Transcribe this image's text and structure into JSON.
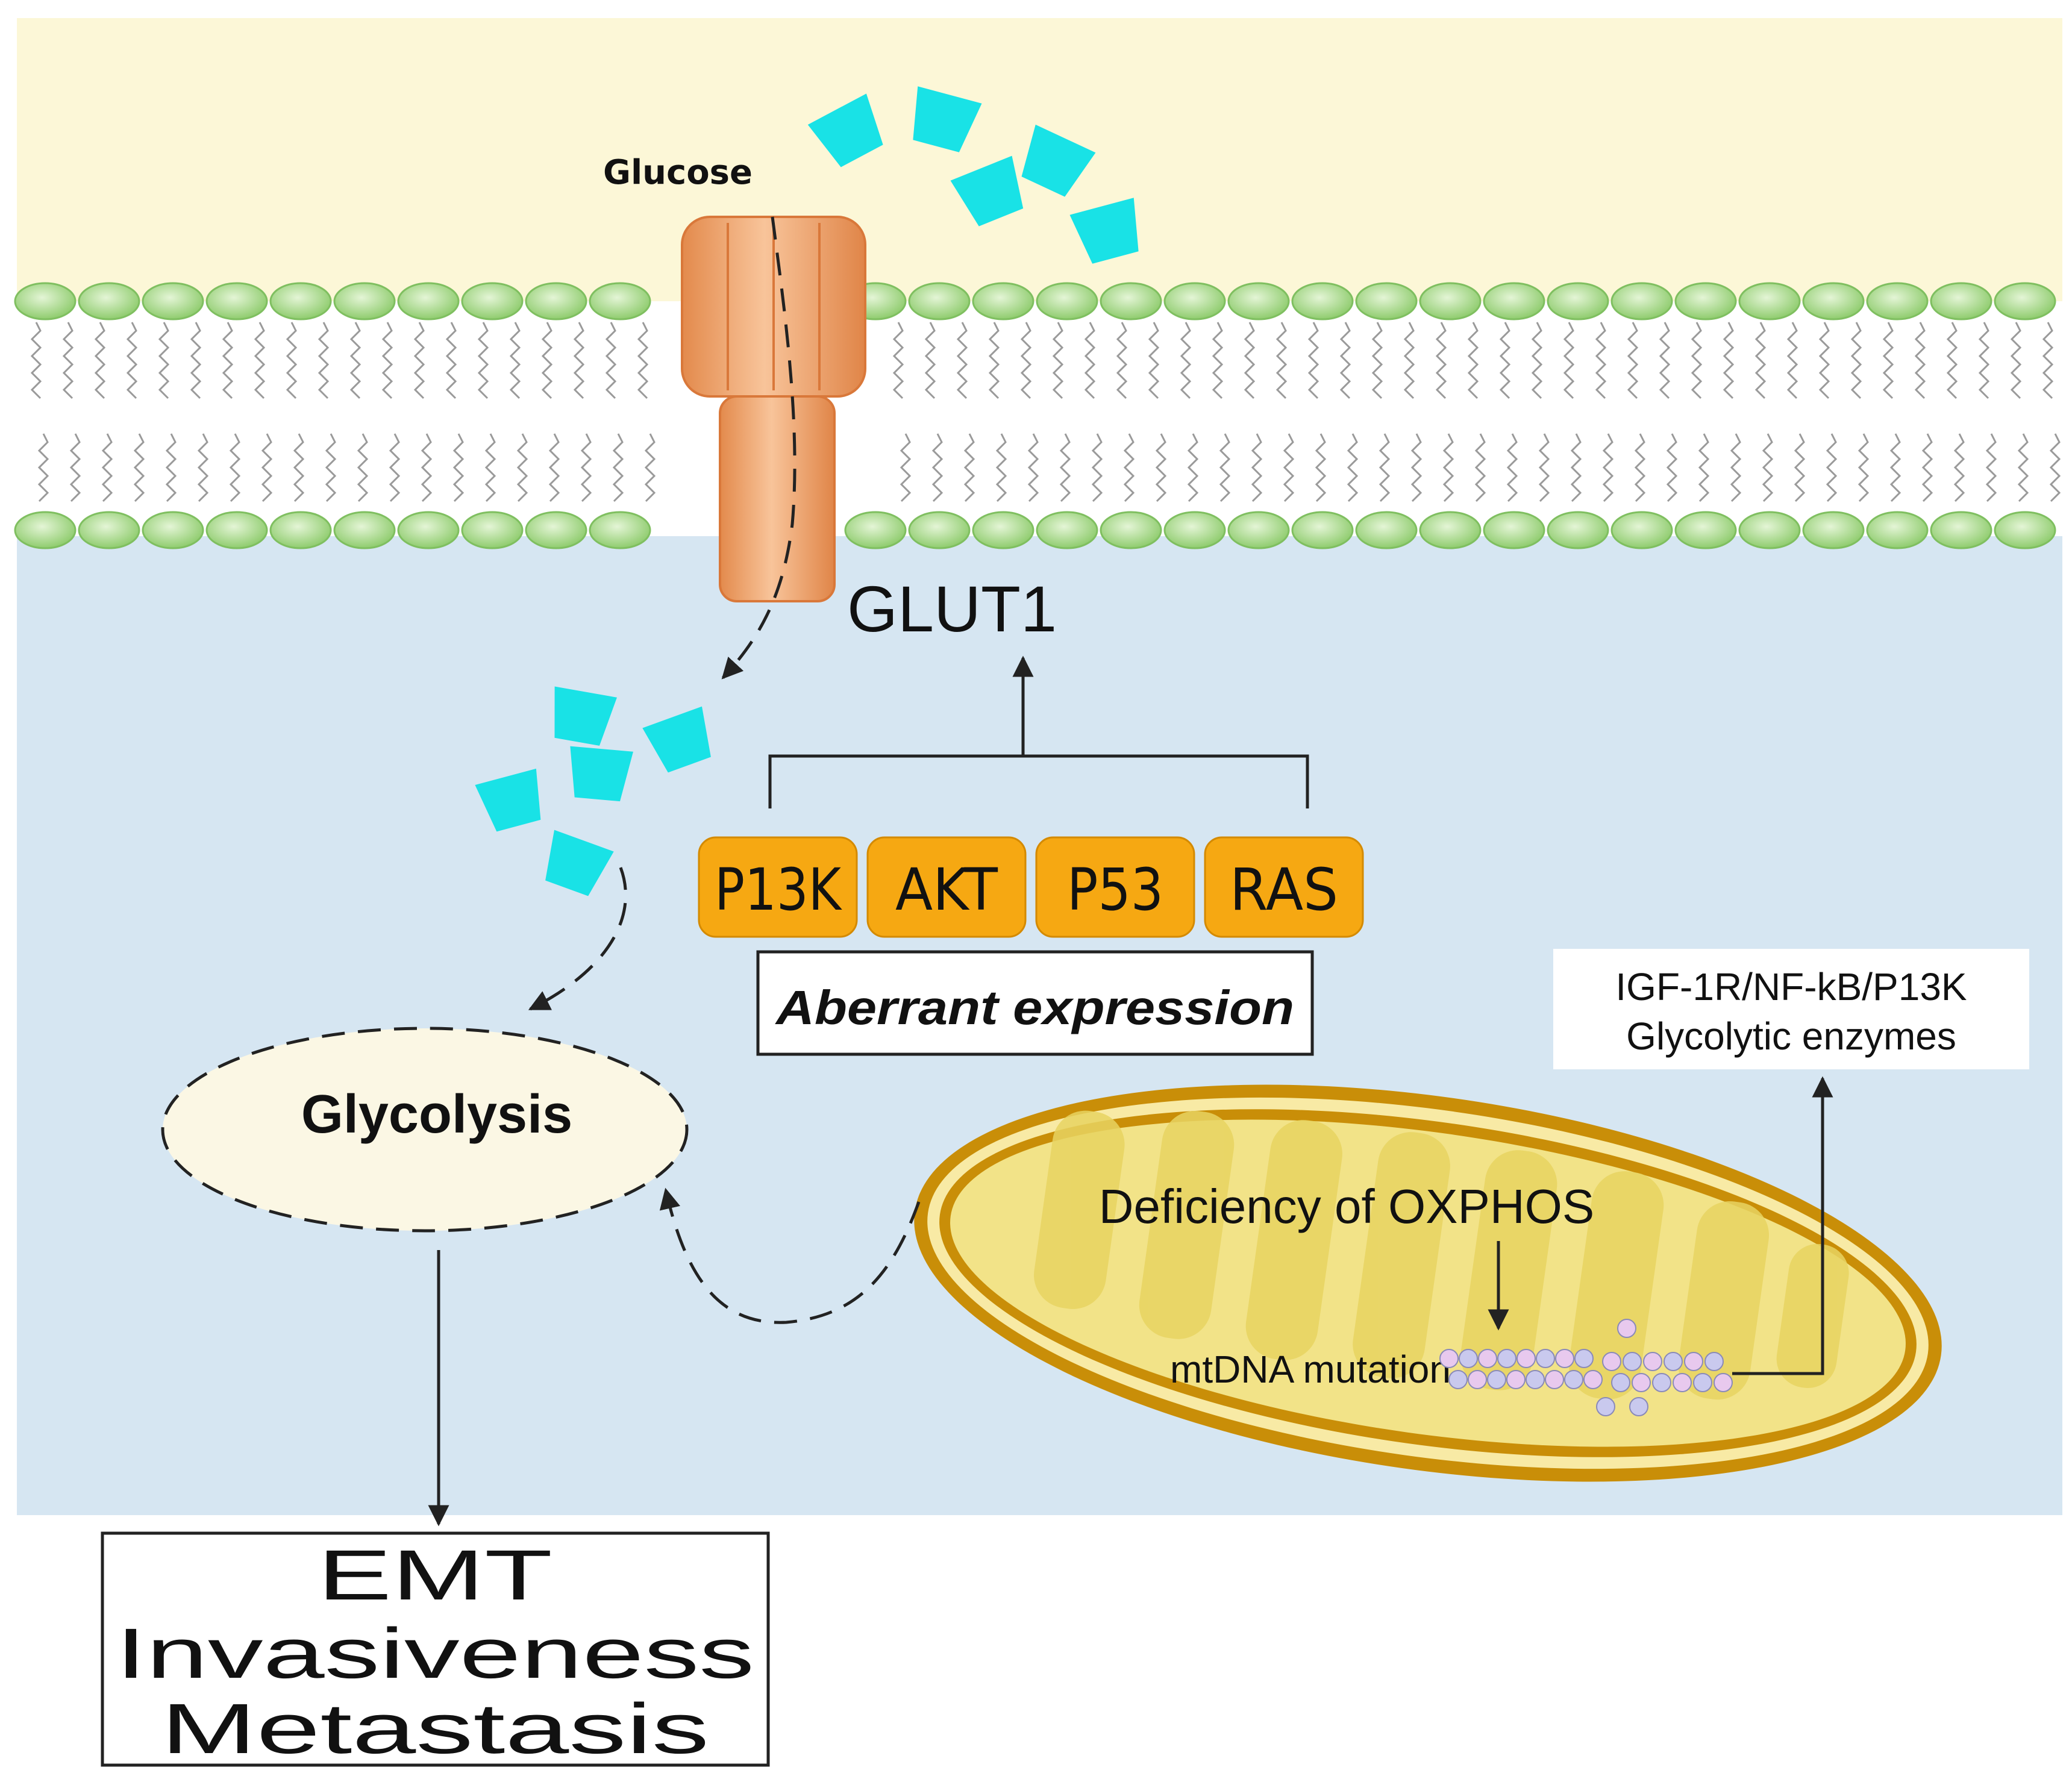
{
  "labels": {
    "glucose": "Glucose",
    "glut1": "GLUT1",
    "glycolysis": "Glycolysis",
    "aberrant": "Aberrant expression",
    "deficiency": "Deficiency of OXPHOS",
    "mtdna": "mtDNA mutation",
    "igf_line1": "IGF-1R/NF-kB/P13K",
    "igf_line2": "Glycolytic enzymes",
    "outcomes": [
      "EMT",
      "Invasiveness",
      "Metastasis"
    ]
  },
  "genes": [
    "P13K",
    "AKT",
    "P53",
    "RAS"
  ],
  "colors": {
    "extracellular": "#fcf7d7",
    "cytoplasm": "#d6e6f2",
    "membrane_head": "#a9d98f",
    "transporter": "#f3ab6f",
    "glucose": "#19e2e6",
    "gene_box": "#f6a812",
    "mitochondrion_outer": "#c98e08",
    "mitochondrion_inner": "#f2e388"
  }
}
